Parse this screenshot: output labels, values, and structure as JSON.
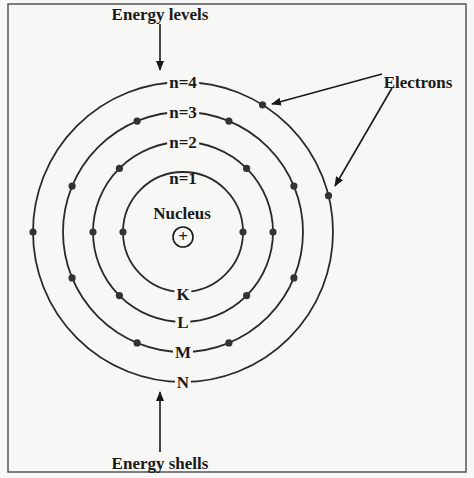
{
  "diagram": {
    "nodes": [
      {
        "text": [
          "+"
        ]
      }
    ],
    "labels": [
      "Energy levels",
      "n=4",
      "n=3",
      "n=2",
      "n=1",
      "Nucleus",
      "Electrons",
      "K",
      "L",
      "M",
      "N",
      "Energy shells"
    ]
  }
}
